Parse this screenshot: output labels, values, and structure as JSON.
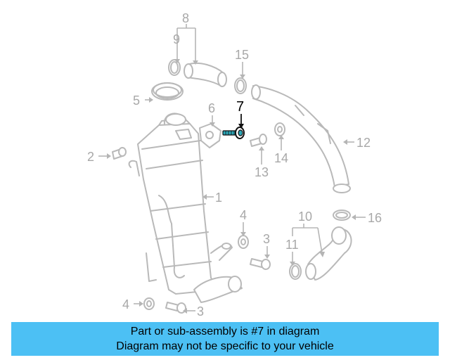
{
  "callouts": {
    "c1": "1",
    "c2": "2",
    "c3a": "3",
    "c3b": "3",
    "c4a": "4",
    "c4b": "4",
    "c5": "5",
    "c6": "6",
    "c7": "7",
    "c8": "8",
    "c9": "9",
    "c10": "10",
    "c11": "11",
    "c12": "12",
    "c13": "13",
    "c14": "14",
    "c15": "15",
    "c16": "16"
  },
  "highlight_part": "7",
  "colors": {
    "banner": "#4cc0f4",
    "part_outline": "#b9b9b9",
    "active_outline": "#111111",
    "active_accent": "#2aa7b8"
  },
  "banner": {
    "line1": "Part or sub-assembly is #7 in diagram",
    "line2": "Diagram may not be specific to your vehicle"
  }
}
